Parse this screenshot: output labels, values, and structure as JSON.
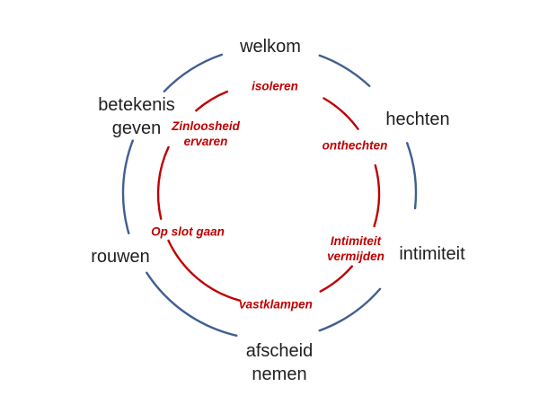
{
  "colors": {
    "background": "#FFFFFF",
    "outer_circle": "#405F90",
    "inner_circle": "#C00000",
    "outer_label": "#1F1F1F",
    "inner_label": "#C00000"
  },
  "outer_cycle": {
    "items": [
      {
        "label": "welkom"
      },
      {
        "label": "hechten"
      },
      {
        "label": "intimiteit"
      },
      {
        "label": "afscheid\nnemen"
      },
      {
        "label": "rouwen"
      },
      {
        "label": "betekenis\ngeven"
      }
    ]
  },
  "inner_cycle": {
    "items": [
      {
        "label": "isoleren"
      },
      {
        "label": "onthechten"
      },
      {
        "label": "Intimiteit\nvermijden"
      },
      {
        "label": "vastklampen"
      },
      {
        "label": "Op slot gaan"
      },
      {
        "label": "Zinloosheid\nervaren"
      }
    ]
  }
}
